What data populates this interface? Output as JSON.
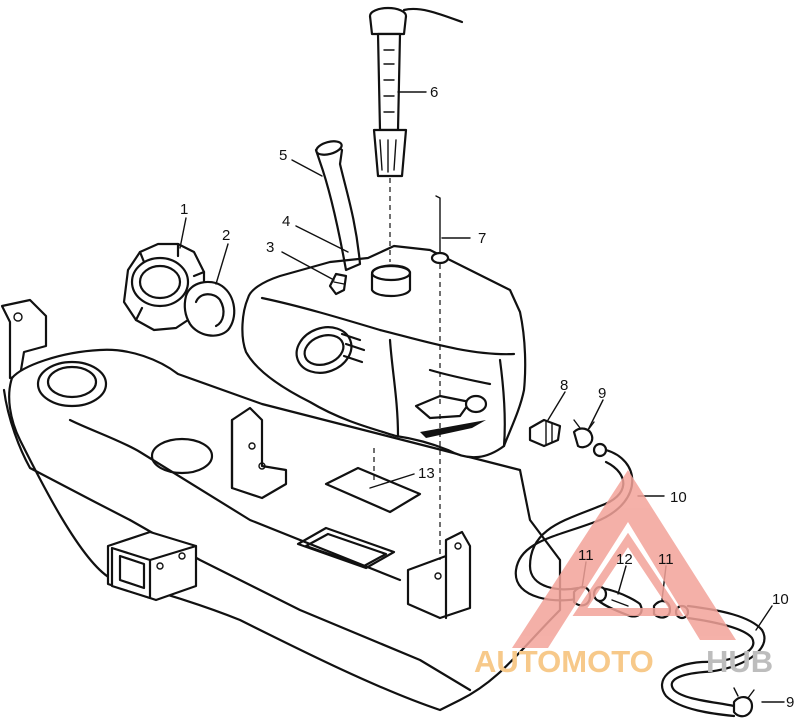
{
  "parts": [
    {
      "id": "1",
      "label": "1"
    },
    {
      "id": "2",
      "label": "2"
    },
    {
      "id": "3",
      "label": "3"
    },
    {
      "id": "4",
      "label": "4"
    },
    {
      "id": "5",
      "label": "5"
    },
    {
      "id": "6",
      "label": "6"
    },
    {
      "id": "7",
      "label": "7"
    },
    {
      "id": "8",
      "label": "8"
    },
    {
      "id": "9a",
      "label": "9"
    },
    {
      "id": "9b",
      "label": "9"
    },
    {
      "id": "10a",
      "label": "10"
    },
    {
      "id": "10b",
      "label": "10"
    },
    {
      "id": "11a",
      "label": "11"
    },
    {
      "id": "11b",
      "label": "11"
    },
    {
      "id": "12",
      "label": "12"
    },
    {
      "id": "13",
      "label": "13"
    }
  ],
  "watermark": {
    "part1": "AUTOMOTO",
    "part2": "HUB",
    "color_primary": "#f3a39a",
    "color_secondary": "#f7c98a",
    "color_hub": "#bdbdbd"
  }
}
